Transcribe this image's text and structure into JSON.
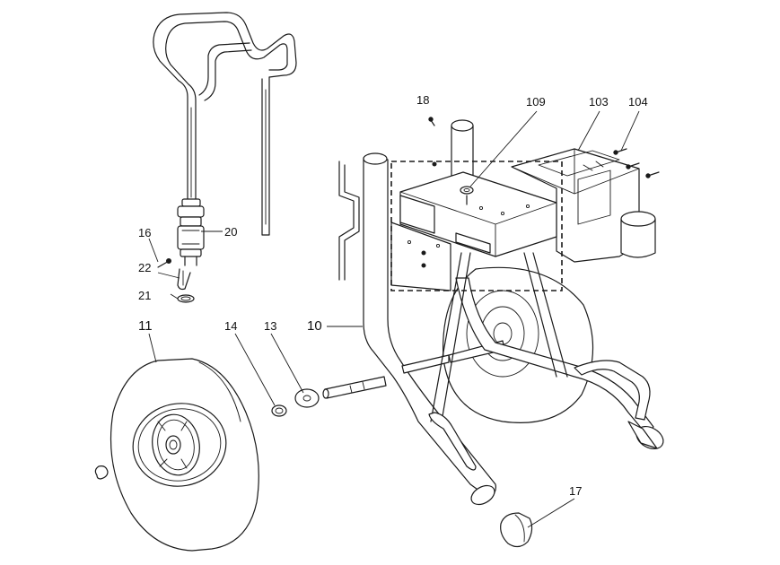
{
  "diagram": {
    "callouts": {
      "c10": "10",
      "c11": "11",
      "c13": "13",
      "c14": "14",
      "c16": "16",
      "c17": "17",
      "c18": "18",
      "c20": "20",
      "c21": "21",
      "c22": "22",
      "c103": "103",
      "c104": "104",
      "c109": "109"
    }
  },
  "colors": {
    "line": "#1a1a1a",
    "background": "#ffffff"
  }
}
